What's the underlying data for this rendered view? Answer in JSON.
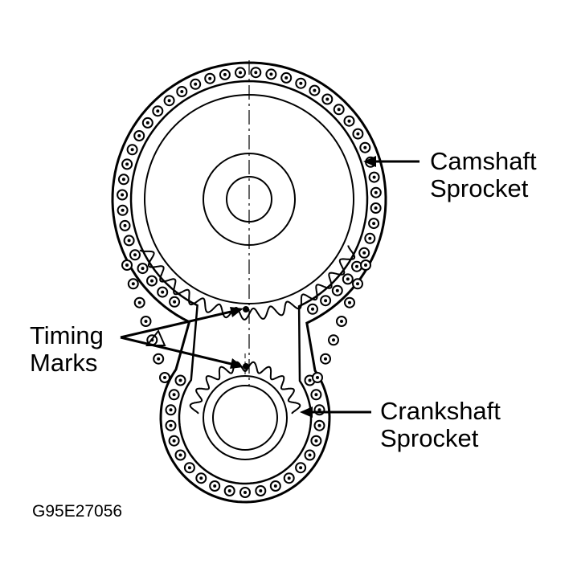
{
  "labels": {
    "camshaft": [
      "Camshaft",
      "Sprocket"
    ],
    "crankshaft": [
      "Crankshaft",
      "Sprocket"
    ],
    "timing": [
      "Timing",
      "Marks"
    ]
  },
  "figure_id": "G95E27056",
  "colors": {
    "ink": "#000000",
    "background": "#ffffff"
  }
}
